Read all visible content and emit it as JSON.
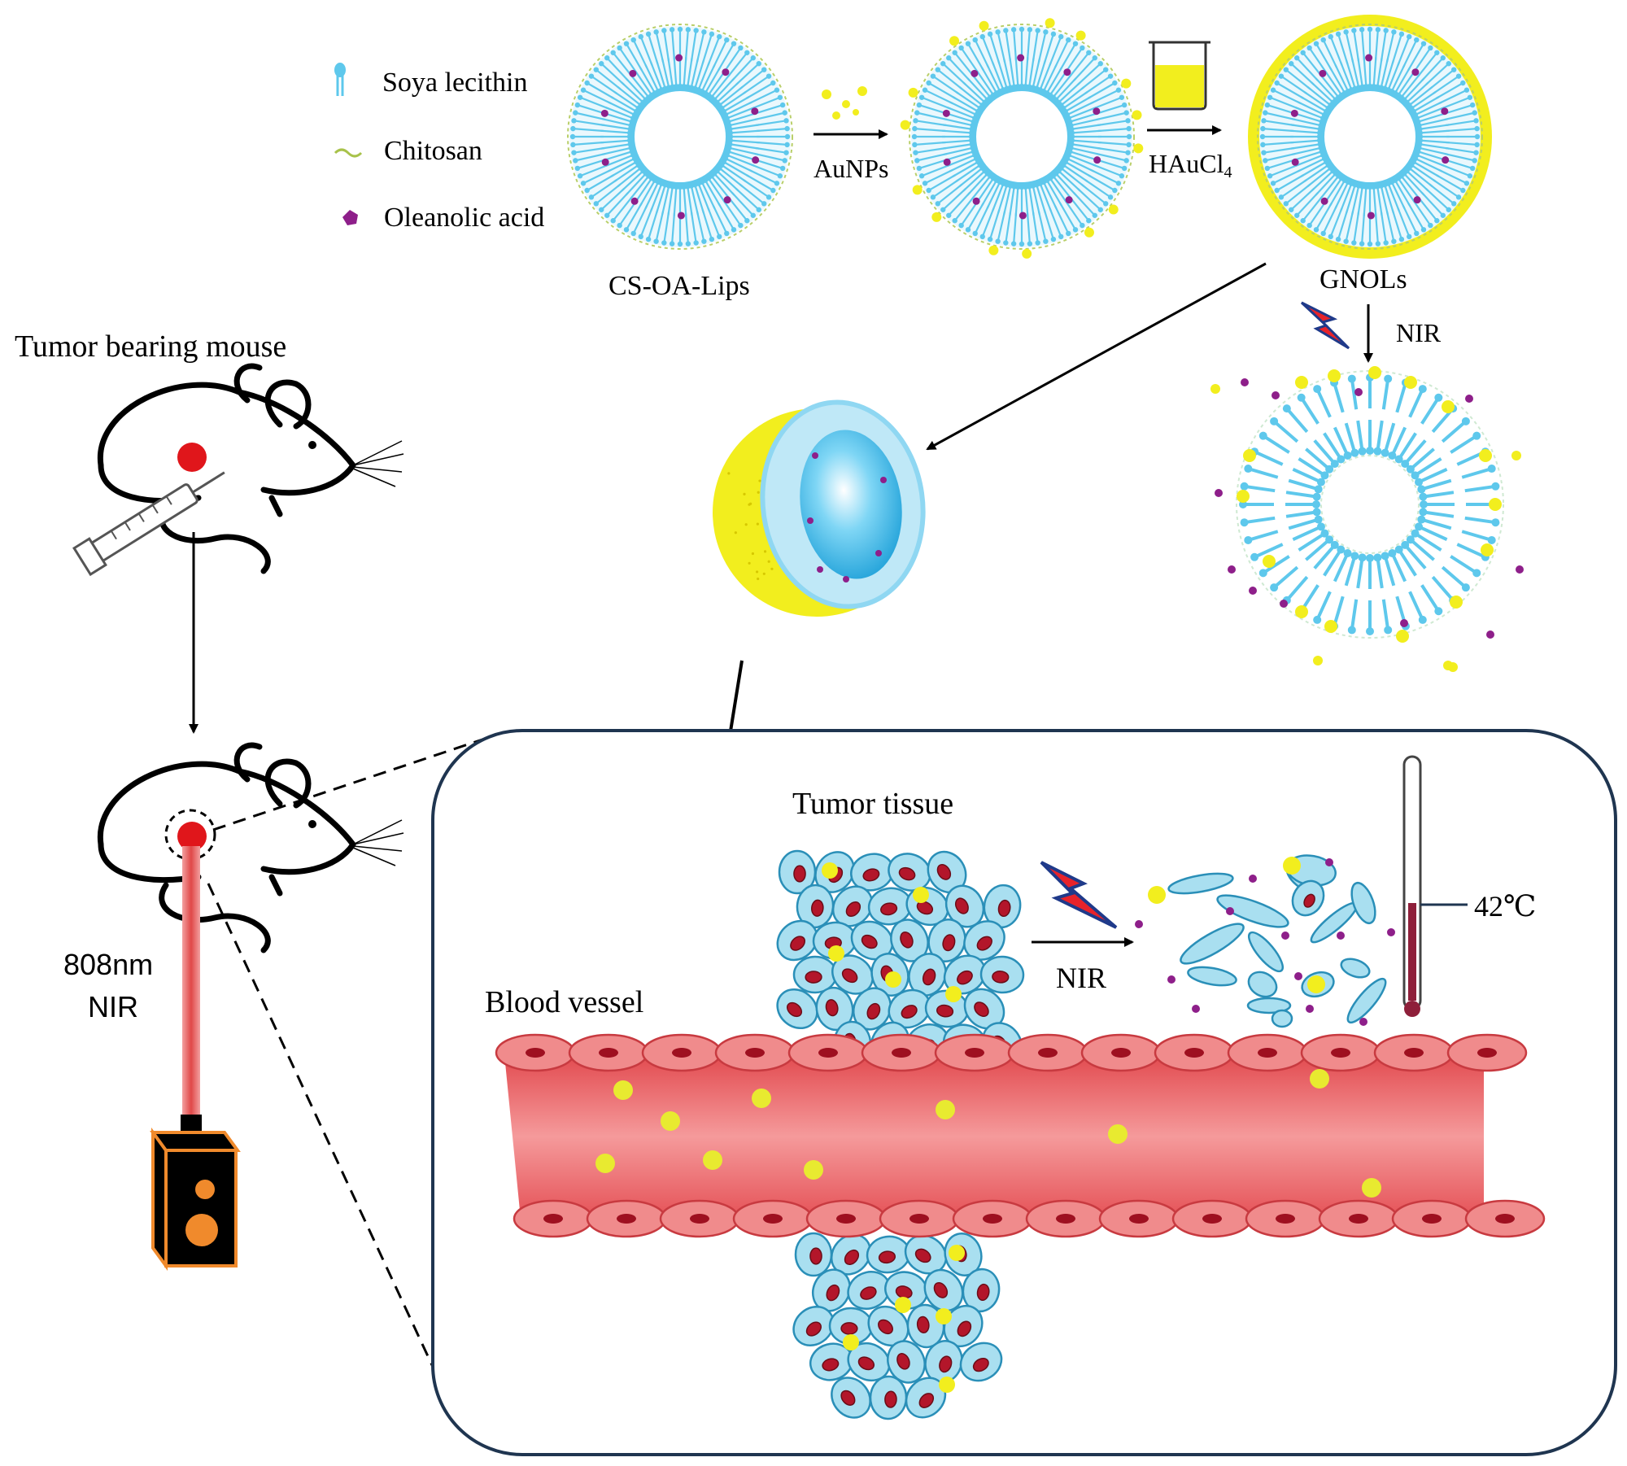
{
  "legend": {
    "items": [
      {
        "label": "Soya lecithin",
        "icon": "lipid-icon"
      },
      {
        "label": "Chitosan",
        "icon": "chitosan-icon"
      },
      {
        "label": "Oleanolic acid",
        "icon": "oleanolic-acid-icon"
      }
    ]
  },
  "synthesis": {
    "liposome_label": "CS-OA-Lips",
    "step1_reagent": "AuNPs",
    "step2_reagent": "HAuCl",
    "step2_subscript": "4",
    "product_label": "GNOLs",
    "release_trigger": "NIR"
  },
  "mouse_panel": {
    "title": "Tumor bearing mouse",
    "laser_wavelength": "808nm",
    "laser_type": "NIR"
  },
  "inset": {
    "tumor_tissue_label": "Tumor tissue",
    "trigger_label": "NIR",
    "temperature_label": "42℃",
    "blood_vessel_label": "Blood vessel"
  },
  "colors": {
    "liposome_blue": "#5ec8ec",
    "gold_shell": "#f2ee1e",
    "oleanolic_purple": "#8e1f8a",
    "tumor_red": "#e0161b",
    "vessel_red": "#ef6f72",
    "cell_blue": "#a9dff0",
    "inset_border": "#1f3550",
    "laser_box_orange": "#f08a2c"
  }
}
